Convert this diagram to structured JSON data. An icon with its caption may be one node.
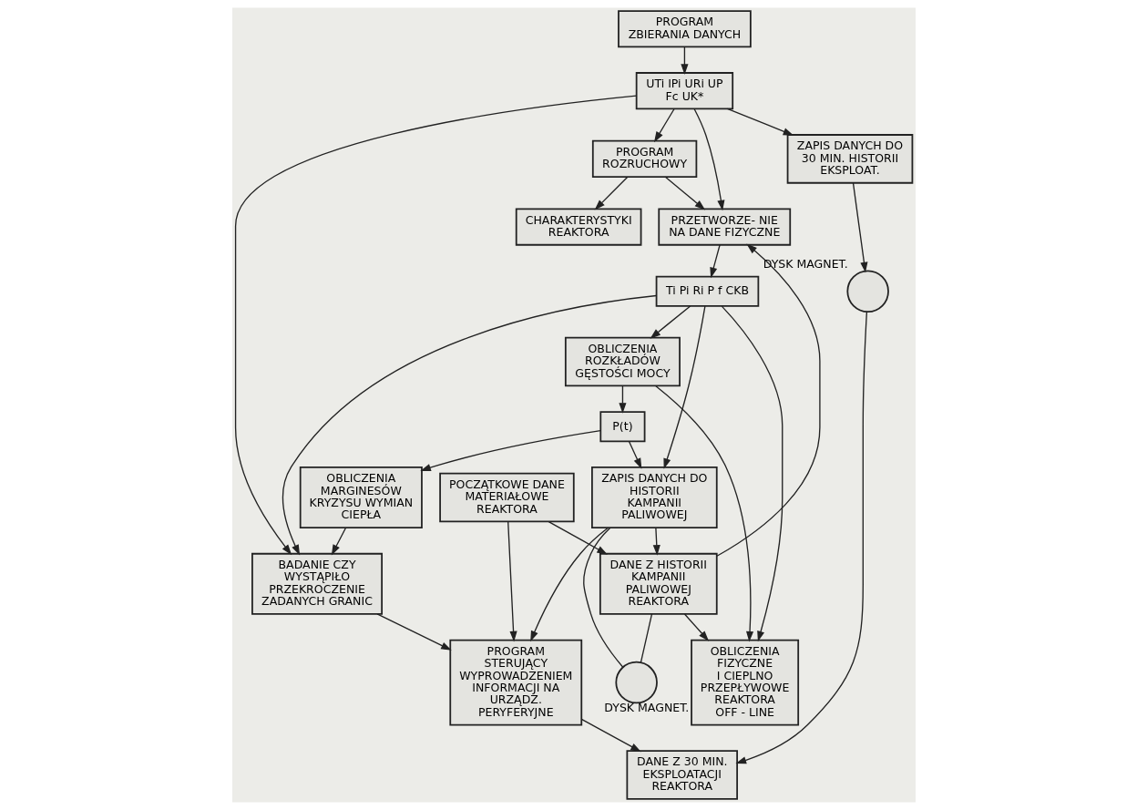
{
  "diagram": {
    "nodes": [
      {
        "text": [
          "PROGRAM ZBIERANIA DANYCH"
        ]
      },
      {
        "text": [
          "UTi IPi URi UP Fc UK*"
        ]
      },
      {
        "text": [
          "PROGRAM ROZRUCHOWY"
        ]
      },
      {
        "text": [
          "CHARAKTERYSTYKI REAKTORA"
        ]
      },
      {
        "text": [
          "PRZETWORZE- NIE NA DANE FIZYCZNE"
        ]
      },
      {
        "text": [
          "Ti Pi Ri P f CKB"
        ]
      },
      {
        "text": [
          "OBLICZENIA ROZKŁADÓW GĘSTOŚCI MOCY"
        ]
      },
      {
        "text": [
          "P(t)"
        ]
      },
      {
        "text": [
          "OBLICZENIA MARGINESÓW KRYZYSU WYMIAN CIEPŁA"
        ]
      },
      {
        "text": [
          "BADANIE CZY WYSTĄPIŁO PRZEKROCZENIE ZADANYCH GRANIC"
        ]
      },
      {
        "text": [
          "ZAPIS DANYCH DO 30 MIN. HISTORII EKSPLOAT."
        ]
      },
      {
        "text": [
          "DANE Z HISTORII KAMPANII PALIWOWEJ REAKTORA"
        ]
      },
      {
        "text": [],
        "shape": "circle",
        "beside": [
          "DYSK MAGNET."
        ]
      },
      {
        "text": [
          "ZAPIS DANYCH DO HISTORII KAMPANII PALIWOWEJ"
        ]
      },
      {
        "text": [
          "PROGRAM STERUJĄCY WYPROWADZENIEM INFORMACJI NA URZĄDZ. PERYFERYJNE"
        ]
      },
      {
        "text": [],
        "shape": "circle",
        "beside": [
          "DYSK MAGNET."
        ]
      },
      {
        "text": [
          "DANE Z 30 MIN. EKSPLOATACJI REAKTORA"
        ]
      },
      {
        "text": [
          "POCZĄTKOWE DANE MATERIAŁOWE REAKTORA"
        ]
      },
      {
        "text": [
          "OBLICZENIA FIZYCZNE",
          "I CIEPLNO PRZEPŁYWOWE REAKTORA",
          "OFF - LINE"
        ]
      }
    ],
    "edges": [
      {
        "from": 0,
        "to": 1,
        "arrow": "to"
      },
      {
        "from": 1,
        "to": 2,
        "arrow": "to"
      },
      {
        "from": 1,
        "to": 4,
        "arrow": "to"
      },
      {
        "from": 1,
        "to": 9,
        "arrow": "to"
      },
      {
        "from": 1,
        "to": 10,
        "arrow": "to"
      },
      {
        "from": 2,
        "to": 3,
        "arrow": "to"
      },
      {
        "from": 2,
        "to": 4,
        "arrow": "to"
      },
      {
        "from": 4,
        "to": 5,
        "arrow": "to"
      },
      {
        "from": 5,
        "to": 6,
        "arrow": "to"
      },
      {
        "from": 5,
        "to": 9,
        "arrow": "to"
      },
      {
        "from": 5,
        "to": 13,
        "arrow": "to"
      },
      {
        "from": 5,
        "to": 18,
        "arrow": "to"
      },
      {
        "from": 6,
        "to": 7,
        "arrow": "to"
      },
      {
        "from": 6,
        "to": 18,
        "arrow": "to"
      },
      {
        "from": 7,
        "to": 8,
        "arrow": "to"
      },
      {
        "from": 7,
        "to": 13,
        "arrow": "to"
      },
      {
        "from": 8,
        "to": 9,
        "arrow": "to"
      },
      {
        "from": 9,
        "to": 14,
        "arrow": "to"
      },
      {
        "from": 10,
        "to": 15,
        "arrow": "to"
      },
      {
        "from": 15,
        "to": 16,
        "arrow": "to"
      },
      {
        "from": 11,
        "to": 4,
        "arrow": "to"
      },
      {
        "from": 11,
        "to": 12,
        "arrow": "none"
      },
      {
        "from": 12,
        "to": 13,
        "arrow": "none"
      },
      {
        "from": 11,
        "to": 18,
        "arrow": "to"
      },
      {
        "from": 13,
        "to": 11,
        "arrow": "to"
      },
      {
        "from": 13,
        "to": 14,
        "arrow": "to"
      },
      {
        "from": 17,
        "to": 11,
        "arrow": "to"
      },
      {
        "from": 17,
        "to": 14,
        "arrow": "to"
      },
      {
        "from": 14,
        "to": 16,
        "arrow": "to"
      }
    ]
  }
}
